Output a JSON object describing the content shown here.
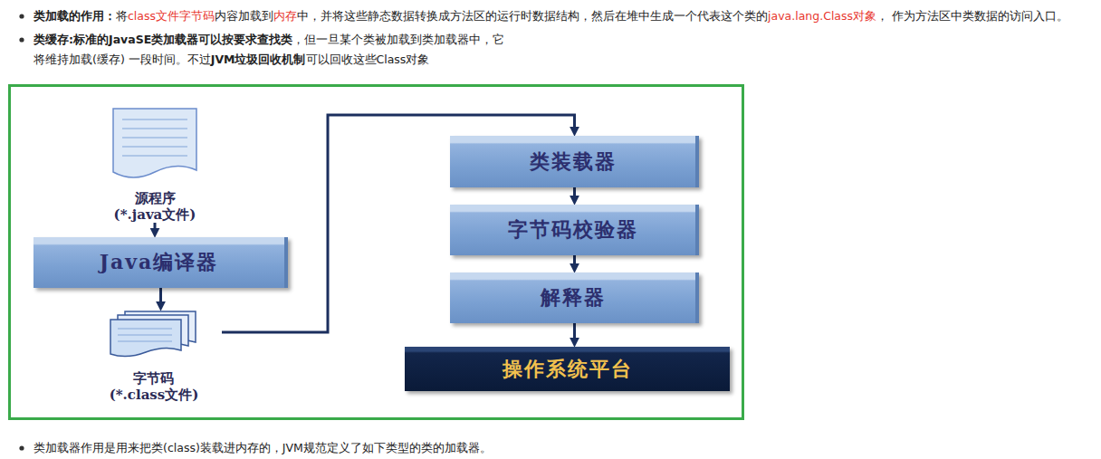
{
  "diagram": {
    "nodes": [
      {
        "text": [
          "源程序 (*.java文件)"
        ]
      },
      {
        "text": [
          "Java编译器"
        ]
      },
      {
        "text": [
          "字节码 (*.class文件)"
        ]
      },
      {
        "text": [
          "类装载器"
        ]
      },
      {
        "text": [
          "字节码校验器"
        ]
      },
      {
        "text": [
          "解释器"
        ]
      },
      {
        "text": [
          "操作系统平台"
        ]
      }
    ],
    "edges": [
      {
        "from": 0,
        "to": 1,
        "arrow": "to"
      },
      {
        "from": 1,
        "to": 2,
        "arrow": "to"
      },
      {
        "from": 2,
        "to": 3,
        "arrow": "to"
      },
      {
        "from": 3,
        "to": 4,
        "arrow": "to"
      },
      {
        "from": 4,
        "to": 5,
        "arrow": "to"
      },
      {
        "from": 5,
        "to": 6,
        "arrow": "to"
      }
    ],
    "labels": [
      "类加载的作用：",
      "将",
      "class文件字节码",
      "内容加载到",
      "内存",
      "中，并将这些静态数据转换成方法区的运行时数据结构，然后在堆中生成一个代表这个类的",
      "java.lang.Class对象",
      "， 作为方法区中类数据的访问入口。",
      "类缓存:标准的JavaSE类加载器可以按要求查找类",
      "，但一旦某个类被加载到类加载器中，它将维持加载(缓存) 一段时间。不过",
      "JVM垃圾回收机制",
      "可以回收这些Class对象",
      "类加载器作用是用来把类(class)装载进内存的，JVM规范定义了如下类型的类的加载器。"
    ]
  }
}
